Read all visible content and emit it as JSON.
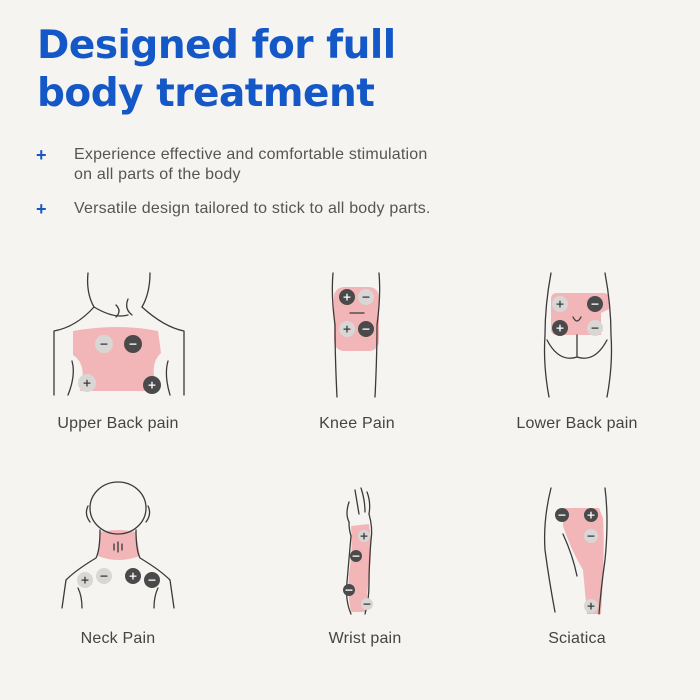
{
  "headline": {
    "line1": "Designed for full",
    "line2": "body treatment"
  },
  "bullet_symbol": "+",
  "bullets": [
    {
      "line1": "Experience effective and comfortable stimulation",
      "line2": "on all parts of the body"
    },
    {
      "line1": "Versatile design tailored to stick to all body parts."
    }
  ],
  "areas": [
    {
      "label": "Upper Back pain"
    },
    {
      "label": "Knee Pain"
    },
    {
      "label": "Lower Back pain"
    },
    {
      "label": "Neck Pain"
    },
    {
      "label": "Wrist pain"
    },
    {
      "label": "Sciatica"
    }
  ],
  "colors": {
    "headline": "#1457c7",
    "pad": "#f2b6b8",
    "electrode_dark": "#4a4a4a",
    "electrode_light": "#d8d7d5",
    "background": "#f6f4f0"
  },
  "icons": [
    "plus-bullet-icon",
    "electrode-positive-icon",
    "electrode-negative-icon"
  ]
}
